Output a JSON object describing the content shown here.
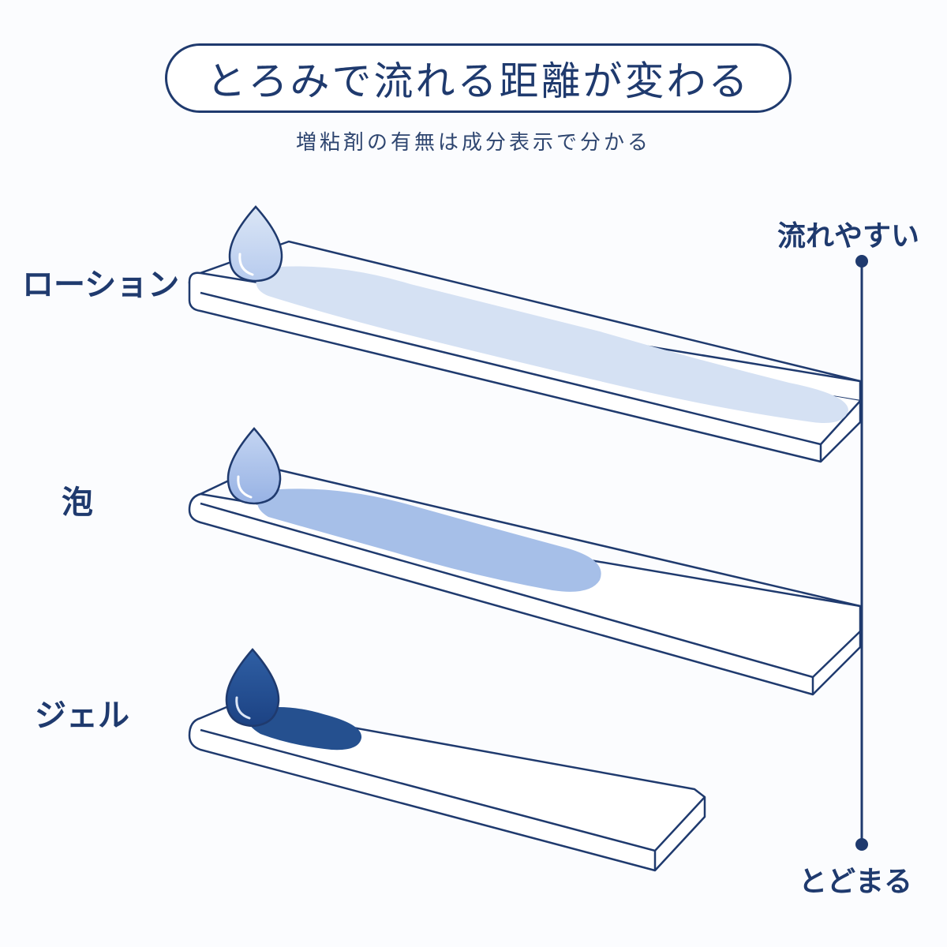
{
  "title": "とろみで流れる距離が変わる",
  "subtitle": "増粘剤の有無は成分表示で分かる",
  "items": [
    {
      "label": "ローション",
      "color": "#d5e1f3"
    },
    {
      "label": "泡",
      "color": "#a6bfe8"
    },
    {
      "label": "ジェル",
      "color": "#25508f"
    }
  ],
  "scale": {
    "top_label": "流れやすい",
    "bottom_label": "とどまる"
  },
  "colors": {
    "ink": "#1f3a6e",
    "accent": "#1f3a6e"
  }
}
